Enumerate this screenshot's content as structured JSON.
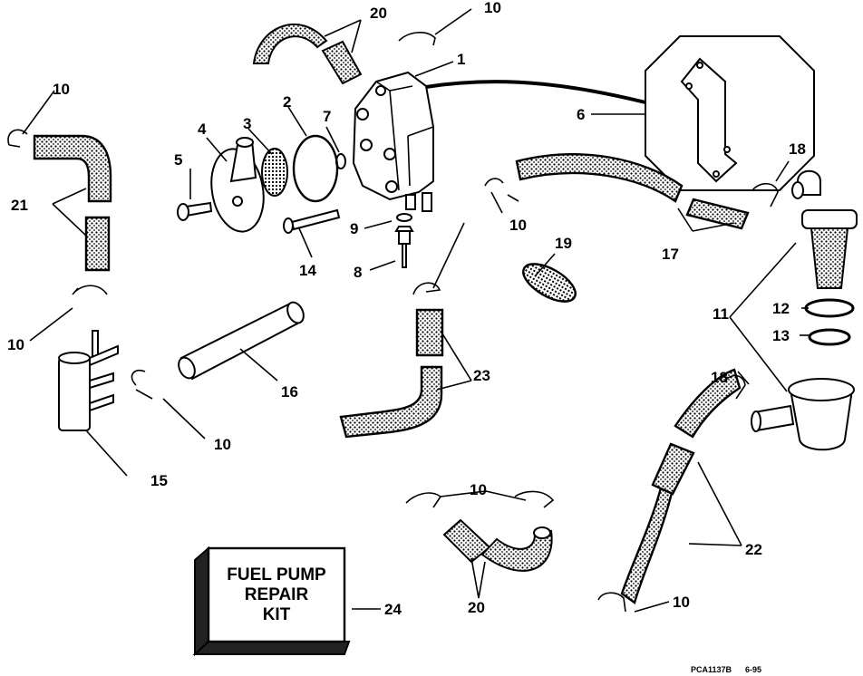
{
  "callouts": {
    "c1": "1",
    "c2": "2",
    "c3": "3",
    "c4": "4",
    "c5": "5",
    "c6": "6",
    "c7": "7",
    "c8": "8",
    "c9": "9",
    "c10a": "10",
    "c10b": "10",
    "c10c": "10",
    "c10d": "10",
    "c10e": "10",
    "c10f": "10",
    "c10g": "10",
    "c11": "11",
    "c12": "12",
    "c13": "13",
    "c14": "14",
    "c15": "15",
    "c16": "16",
    "c17": "17",
    "c18a": "18",
    "c18b": "18",
    "c19": "19",
    "c20a": "20",
    "c20b": "20",
    "c21": "21",
    "c22": "22",
    "c23": "23",
    "c24": "24"
  },
  "kit": {
    "line1": "FUEL PUMP",
    "line2": "REPAIR",
    "line3": "KIT"
  },
  "catalog": {
    "code": "PCA1137B",
    "date": "6-95"
  }
}
